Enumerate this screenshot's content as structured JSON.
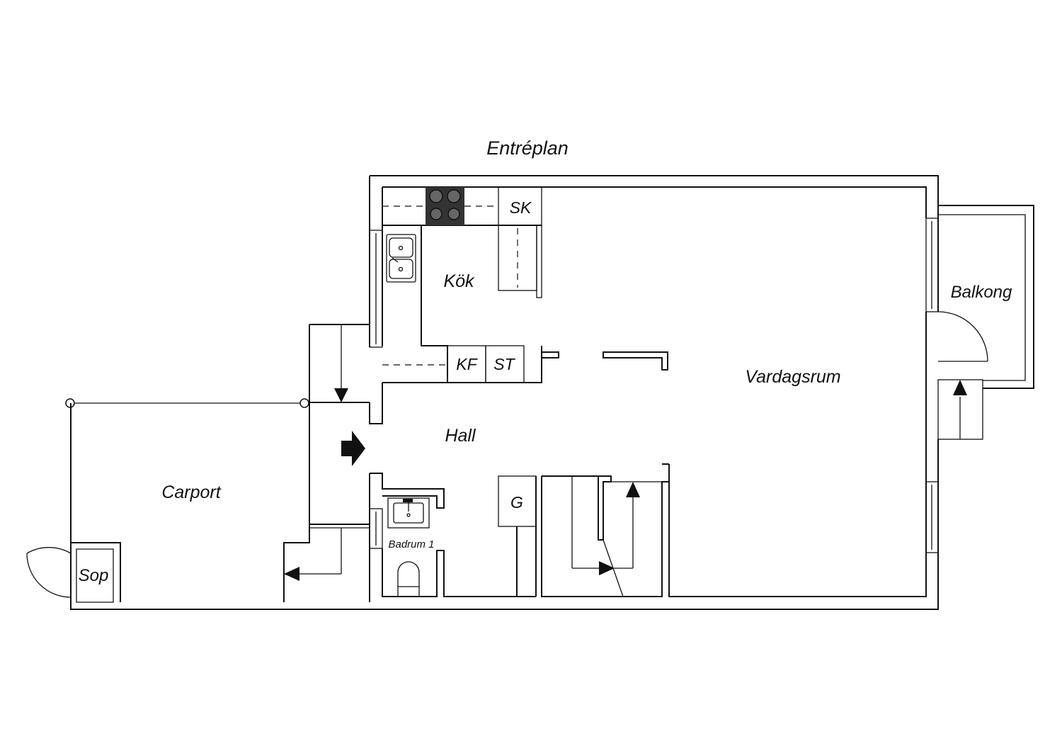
{
  "title": "Entréplan",
  "rooms": {
    "kok": "Kök",
    "vardagsrum": "Vardagsrum",
    "hall": "Hall",
    "carport": "Carport",
    "balkong": "Balkong",
    "badrum": "Badrum 1",
    "sop": "Sop"
  },
  "fixtures": {
    "sk": "SK",
    "kf": "KF",
    "st": "ST",
    "g": "G"
  }
}
